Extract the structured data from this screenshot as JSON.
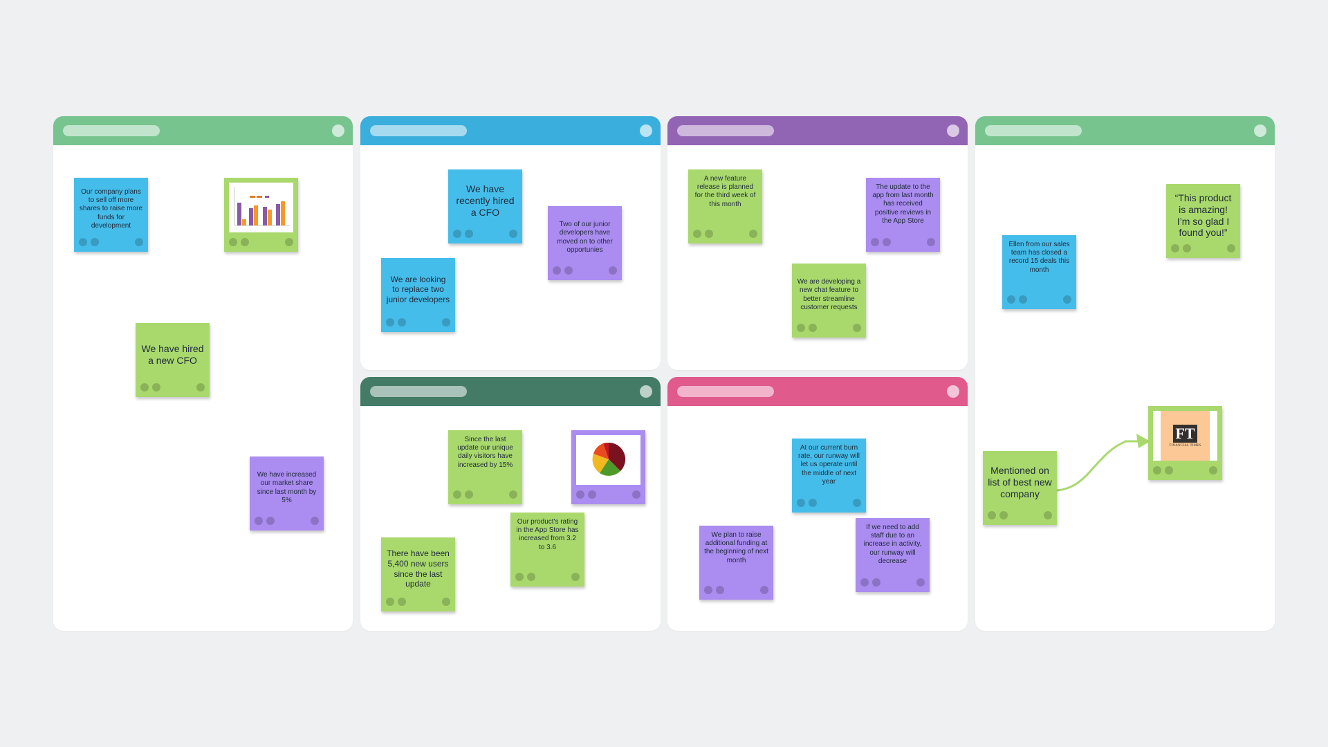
{
  "colors": {
    "background": "#eff0f1",
    "header_green": "#77c48f",
    "header_blue": "#3aaedc",
    "header_purple": "#9264b4",
    "header_darkgreen": "#437b66",
    "header_pink": "#e05a8c",
    "sticky_blue": "#45bdea",
    "sticky_green": "#a9d96c",
    "sticky_purple": "#ab8cf0",
    "connector": "#a9d96c"
  },
  "notes": {
    "n1": "Our company plans to sell off more shares to raise more funds for development",
    "n2": "We have hired a new CFO",
    "n3": "We have increased our market share since last month by 5%",
    "n4": "We have recently hired a CFO",
    "n5": "Two of our junior developers have moved on to other opportunies",
    "n6": "We are looking to replace two junior developers",
    "n7": "A new feature release is planned for the third week of this month",
    "n8": "The update to the app from last month has received positive reviews in the App Store",
    "n9": "We are developing a new chat feature to better streamline customer requests",
    "n10": "Since the last update our unique daily visitors have increased by 15%",
    "n11": "Our product's rating in the App Store has increased from 3.2 to 3.6",
    "n12": "There have been 5,400 new users since the last update",
    "n13": "At our current burn rate, our runway will let us operate until the middle of next year",
    "n14": "We plan to raise additional funding at the beginning of next month",
    "n15": "If we need to add staff due to an increase in activity, our runway will decrease",
    "n16": "Ellen from our sales team has closed a record 15 deals this month",
    "n17": "“This product is amazing! I’m so glad I found you!”",
    "n18": "Mentioned on list of best new company"
  },
  "ft_logo": {
    "letters": "FT",
    "name": "FINANCIAL TIMES"
  },
  "images": {
    "bar_chart_icon": "bar-chart-thumbnail",
    "pie_chart_icon": "pie-chart-thumbnail"
  }
}
